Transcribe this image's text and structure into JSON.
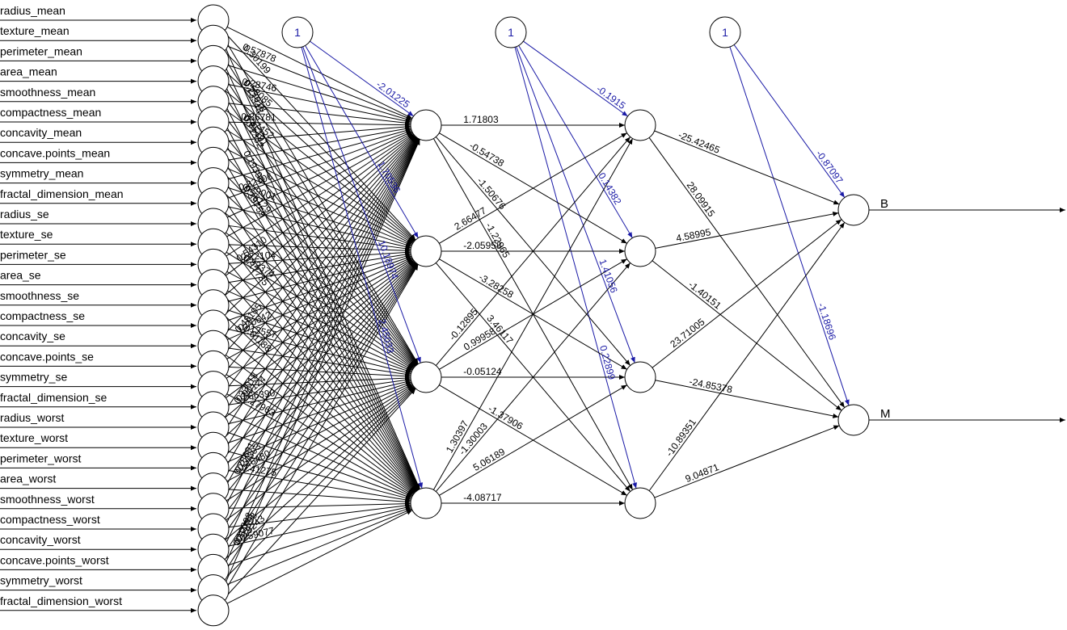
{
  "input_labels": [
    "radius_mean",
    "texture_mean",
    "perimeter_mean",
    "area_mean",
    "smoothness_mean",
    "compactness_mean",
    "concavity_mean",
    "concave.points_mean",
    "symmetry_mean",
    "fractal_dimension_mean",
    "radius_se",
    "texture_se",
    "perimeter_se",
    "area_se",
    "smoothness_se",
    "compactness_se",
    "concavity_se",
    "concave.points_se",
    "symmetry_se",
    "fractal_dimension_se",
    "radius_worst",
    "texture_worst",
    "perimeter_worst",
    "area_worst",
    "smoothness_worst",
    "compactness_worst",
    "concavity_worst",
    "concave.points_worst",
    "symmetry_worst",
    "fractal_dimension_worst"
  ],
  "output_labels": [
    "B",
    "M"
  ],
  "bias_label": "1",
  "colors": {
    "weight_edge": "#000000",
    "bias_edge": "#1a1aa6",
    "node_fill": "#ffffff"
  },
  "input_weight_labels": [
    "0.30199",
    "0.57878",
    "0.71332",
    "0.65191",
    "0.37452",
    "0.36781",
    "0.39759",
    "0.76129",
    "0.29001",
    "0.32106",
    "0.17735",
    "0.82374",
    "0.22104",
    "0.54310",
    "0.61188",
    "0.13557",
    "0.70642",
    "0.48105",
    "0.27963",
    "0.66390",
    "0.90124",
    "0.33018",
    "0.41275",
    "0.46480",
    "0.24303",
    "0.78691",
    "0.59077",
    "0.19243",
    "0.64598",
    "0.10398",
    "0.73348",
    "0.27018",
    "0.58085",
    "0.28746",
    "0.19396"
  ],
  "bias_weights_layer1": [
    "-2.01225",
    "1.70536",
    "10.18974",
    "2.45033"
  ],
  "bias_weights_layer2": [
    "-0.1915",
    "0.14382",
    "1.41056",
    "0.22899"
  ],
  "bias_weights_layer3": [
    "-0.87097",
    "-1.18696"
  ],
  "h1_h2_labels": [
    [
      "1.71803",
      "-0.54738",
      "-1.50676",
      "-1.22965"
    ],
    [
      "2.66477",
      "-2.05958",
      "-3.28258",
      "3.46117"
    ],
    [
      "-0.12895",
      "0.99958",
      "-0.05124",
      "-1.37906"
    ],
    [
      "1.30397",
      "-1.30003",
      "5.06189",
      "-4.08717"
    ]
  ],
  "h2_out_labels": [
    [
      "-25.42465",
      "28.09915"
    ],
    [
      "4.58995",
      "-1.40151"
    ],
    [
      "23.71005",
      "-24.85378"
    ],
    [
      "-10.89351",
      "9.04871"
    ]
  ]
}
